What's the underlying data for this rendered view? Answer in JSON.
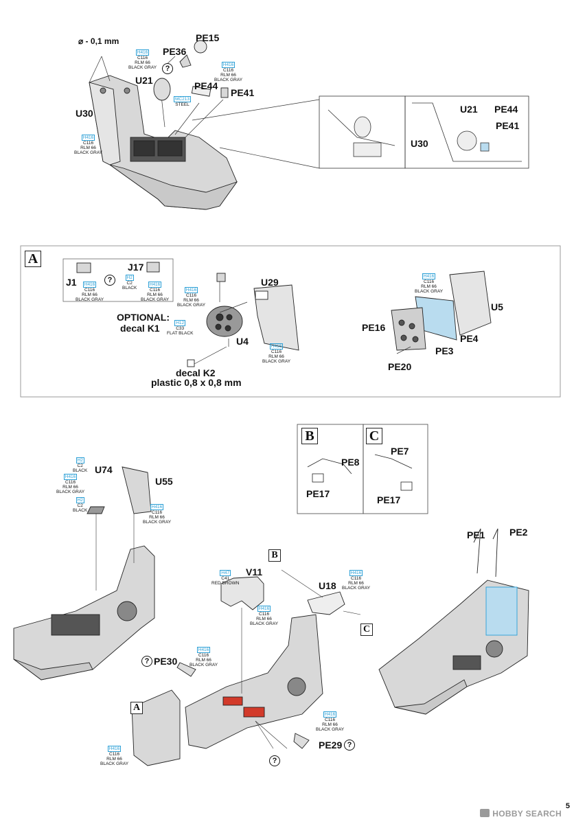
{
  "diameter_note": "⌀ - 0,1 mm",
  "step1": {
    "parts": {
      "pe15": "PE15",
      "pe36": "PE36",
      "u21": "U21",
      "pe44": "PE44",
      "pe41": "PE41",
      "u30": "U30"
    },
    "detail_parts": {
      "u21": "U21",
      "pe44": "PE44",
      "pe41": "PE41",
      "u30": "U30"
    }
  },
  "sectionA": {
    "marker": "A",
    "parts": {
      "j1": "J1",
      "j17": "J17",
      "u29": "U29",
      "u4": "U4",
      "u5": "U5",
      "pe16": "PE16",
      "pe4": "PE4",
      "pe3": "PE3",
      "pe20": "PE20"
    },
    "optional_line1": "OPTIONAL:",
    "optional_line2": "decal K1",
    "decal_k2_line1": "decal K2",
    "decal_k2_line2": "plastic 0,8 x 0,8 mm"
  },
  "sectionB": {
    "marker": "B",
    "parts": {
      "pe8": "PE8",
      "pe17": "PE17"
    }
  },
  "sectionC": {
    "marker": "C",
    "parts": {
      "pe7": "PE7",
      "pe17": "PE17"
    }
  },
  "step3": {
    "parts": {
      "u74": "U74",
      "u55": "U55"
    }
  },
  "step4": {
    "parts": {
      "v11": "V11",
      "u18": "U18",
      "pe30": "PE30",
      "pe29": "PE29",
      "pe1": "PE1",
      "pe2": "PE2"
    },
    "markers": {
      "a": "A",
      "b": "B",
      "c": "C"
    }
  },
  "paints": {
    "rlm66": {
      "code": "H416",
      "c": "C116",
      "l1": "RLM 66",
      "l2": "BLACK GRAY"
    },
    "steel": {
      "code": "MC213",
      "l1": "STEEL"
    },
    "black": {
      "code": "H2",
      "c": "C2",
      "l1": "BLACK"
    },
    "flat_black": {
      "code": "H12",
      "c": "C33",
      "l1": "FLAT BLACK"
    },
    "red_brown": {
      "code": "H47",
      "c": "C41",
      "l1": "RED BROWN"
    }
  },
  "hint_symbol": "?",
  "watermark": "HOBBY SEARCH",
  "page_mark": "5",
  "colors": {
    "accent": "#2a9fd6",
    "part_fill": "#d8d8d8",
    "panel_fill": "#b9dcef",
    "highlight": "#d23a2a"
  }
}
